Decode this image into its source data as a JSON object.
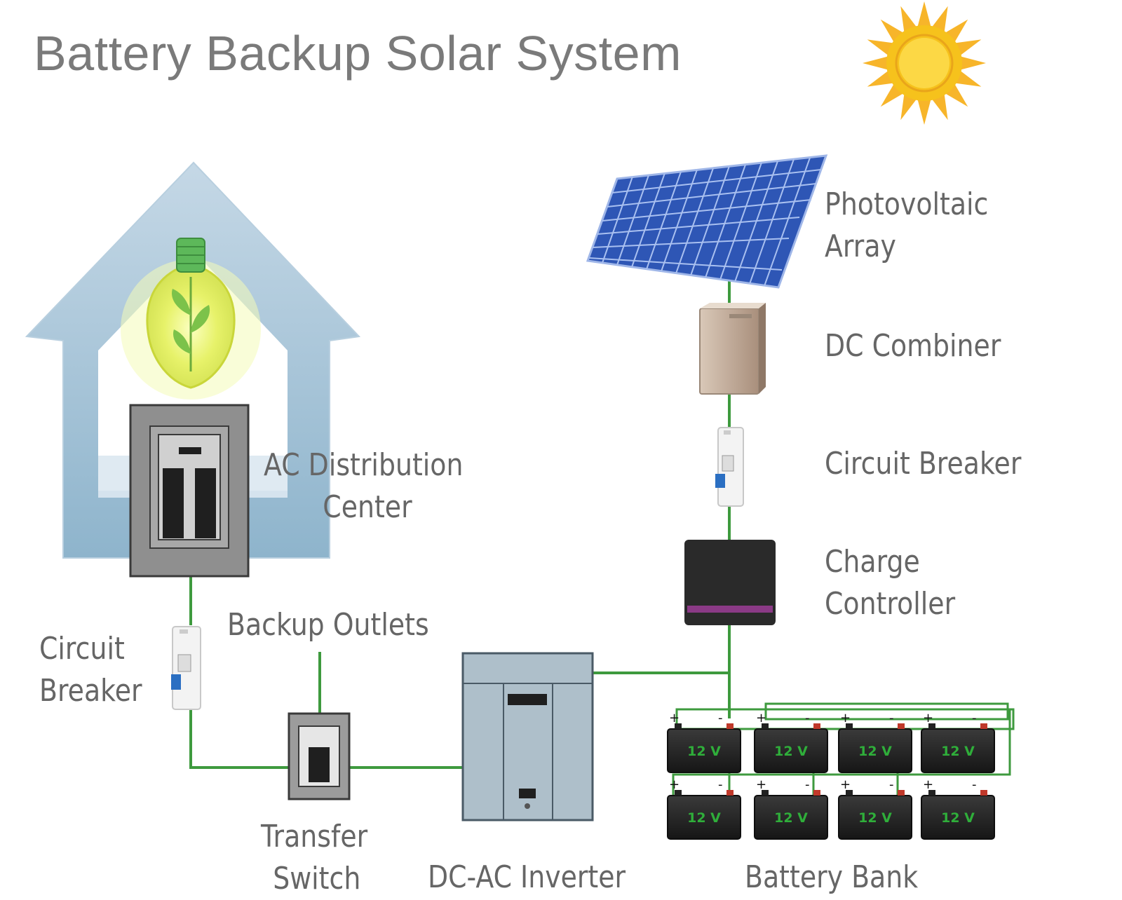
{
  "title": "Battery Backup Solar System",
  "labels": {
    "photovoltaic_line1": "Photovoltaic",
    "photovoltaic_line2": "Array",
    "dc_combiner": "DC Combiner",
    "circuit_breaker_right": "Circuit Breaker",
    "charge_line1": "Charge",
    "charge_line2": "Controller",
    "ac_line1": "AC Distribution",
    "ac_line2": "Center",
    "backup_outlets": "Backup Outlets",
    "circuit_breaker_left_line1": "Circuit",
    "circuit_breaker_left_line2": "Breaker",
    "transfer_line1": "Transfer",
    "transfer_line2": "Switch",
    "inverter": "DC-AC Inverter",
    "battery_bank": "Battery Bank"
  },
  "battery_voltage": "12 V",
  "battery_terminal_positive": "+",
  "battery_terminal_negative": "-",
  "colors": {
    "wire": "#3e9a3e",
    "title": "#7a7a7a",
    "label": "#666666",
    "solar_panel": "#3f6fd8",
    "sun": "#f6c21c",
    "battery_text": "#2fae3a",
    "controller_stripe": "#8b3a86",
    "inverter": "#aebfca"
  },
  "icons": [
    "sun-icon",
    "solar-panel-icon",
    "house-icon",
    "light-bulb-icon",
    "circuit-breaker-icon",
    "battery-icon"
  ]
}
